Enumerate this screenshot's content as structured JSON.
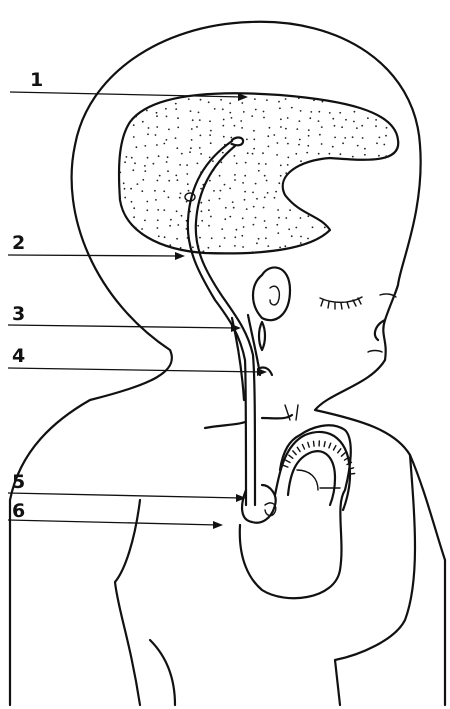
{
  "labels": [
    {
      "id": "1",
      "text": "1"
    },
    {
      "id": "2",
      "text": "2"
    },
    {
      "id": "3",
      "text": "3"
    },
    {
      "id": "4",
      "text": "4"
    },
    {
      "id": "5",
      "text": "5"
    },
    {
      "id": "6",
      "text": "6"
    }
  ]
}
